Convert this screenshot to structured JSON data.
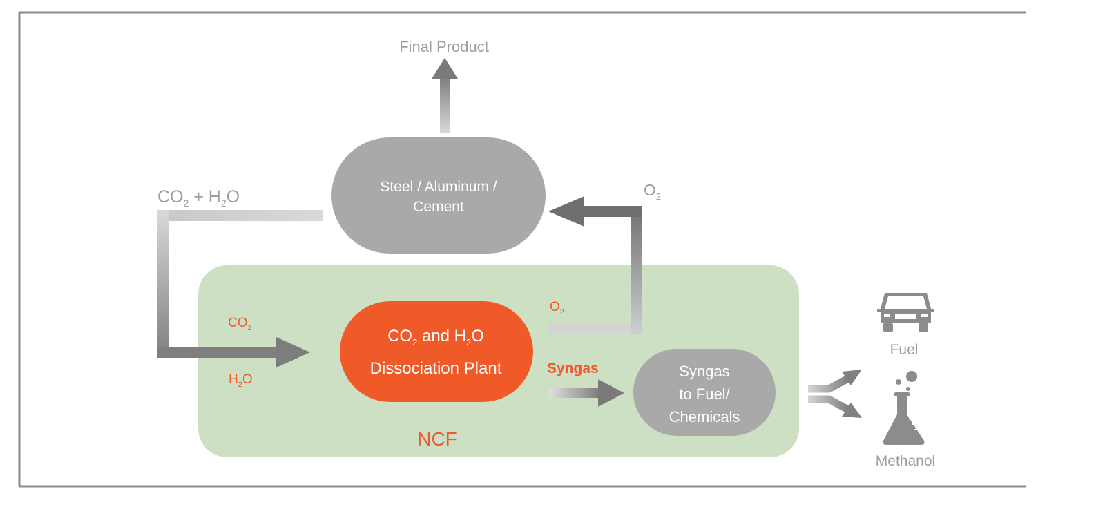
{
  "labels": {
    "final_product": "Final Product",
    "steel_line1": "Steel / Aluminum /",
    "steel_line2": "Cement",
    "co2_h2o": {
      "a": "CO",
      "sub1": "2",
      "b": " + H",
      "sub2": "2",
      "c": "O"
    },
    "o2_top": {
      "a": "O",
      "sub": "2"
    },
    "o2_ncf": {
      "a": "O",
      "sub": "2"
    },
    "co2_in": {
      "a": "CO",
      "sub": "2"
    },
    "h2o_in": {
      "a": "H",
      "sub": "2",
      "b": "O"
    },
    "plant_line1": {
      "a": "CO",
      "sub1": "2",
      "b": " and H",
      "sub2": "2",
      "c": "O"
    },
    "plant_line2": "Dissociation Plant",
    "syngas_label": "Syngas",
    "syngas_box": [
      "Syngas",
      "to Fuel/",
      "Chemicals"
    ],
    "ncf": "NCF",
    "fuel": "Fuel",
    "methanol": "Methanol"
  },
  "colors": {
    "frame": "#8a8a8a",
    "ncf_fill": "#cde0c3",
    "plant_fill": "#f05a28",
    "gray_box": "#a9a9a9",
    "arrow_dark": "#7d7d7d",
    "arrow_light": "#d6d6d6",
    "label_gray": "#9e9e9e",
    "label_orange": "#ee5a2e"
  },
  "icons": [
    "car-icon",
    "flask-icon",
    "split-arrow-icon"
  ]
}
